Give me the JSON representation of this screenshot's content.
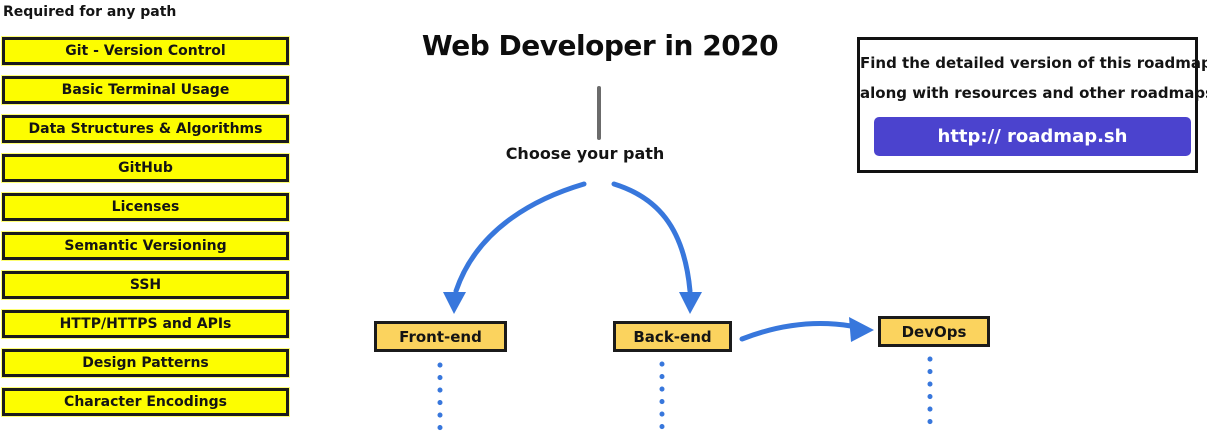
{
  "sidebar": {
    "title": "Required for any path",
    "items": [
      "Git - Version Control",
      "Basic Terminal Usage",
      "Data Structures & Algorithms",
      "GitHub",
      "Licenses",
      "Semantic Versioning",
      "SSH",
      "HTTP/HTTPS and APIs",
      "Design Patterns",
      "Character Encodings"
    ]
  },
  "main": {
    "title": "Web Developer in 2020",
    "choose_label": "Choose your path",
    "paths": [
      {
        "label": "Front-end"
      },
      {
        "label": "Back-end"
      },
      {
        "label": "DevOps"
      }
    ]
  },
  "info_box": {
    "line1": "Find the detailed version of this roadmap",
    "line2": "along with resources and other roadmaps",
    "button_label": "http:// roadmap.sh"
  },
  "colors": {
    "required_box_yellow": "#FDFD00",
    "path_box_orange": "#FBD35E",
    "arrow_blue": "#3877DC",
    "button_purple": "#4B43CE",
    "divider_gray": "#6b6b6b"
  }
}
